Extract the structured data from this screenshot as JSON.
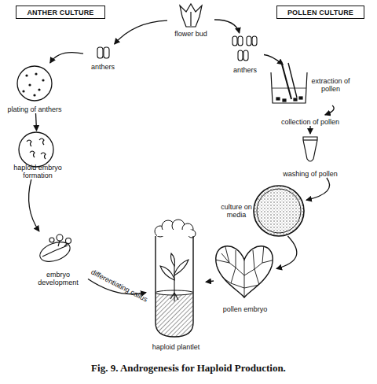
{
  "diagram": {
    "caption": "Fig. 9. Androgenesis for Haploid Production.",
    "nodes": [
      {
        "text": [
          "ANTHER CULTURE"
        ]
      },
      {
        "text": [
          "flower bud"
        ]
      },
      {
        "text": [
          "POLLEN CULTURE"
        ]
      },
      {
        "text": [
          "anthers"
        ]
      },
      {
        "text": [
          "anthers"
        ]
      },
      {
        "text": [
          "extraction of pollen"
        ]
      },
      {
        "text": [
          "plating of anthers"
        ]
      },
      {
        "text": [
          "collection of pollen"
        ]
      },
      {
        "text": [
          "haploid embryo formation"
        ]
      },
      {
        "text": [
          "washing of pollen"
        ]
      },
      {
        "text": [
          "culture on media"
        ]
      },
      {
        "text": [
          "embryo development"
        ]
      },
      {
        "text": [
          "pollen embryo"
        ]
      },
      {
        "text": [
          "haploid plantlet"
        ]
      }
    ],
    "edges": [
      {
        "from": 1,
        "to": 3,
        "arrow": "to"
      },
      {
        "from": 1,
        "to": 4,
        "arrow": "to"
      },
      {
        "from": 3,
        "to": 6,
        "arrow": "to"
      },
      {
        "from": 6,
        "to": 8,
        "arrow": "to"
      },
      {
        "from": 8,
        "to": 11,
        "arrow": "to"
      },
      {
        "from": 11,
        "to": 13,
        "arrow": "to",
        "label": "differentiating callus"
      },
      {
        "from": 4,
        "to": 5,
        "arrow": "to"
      },
      {
        "from": 5,
        "to": 7,
        "arrow": "to"
      },
      {
        "from": 7,
        "to": 9,
        "arrow": "to"
      },
      {
        "from": 9,
        "to": 10,
        "arrow": "to"
      },
      {
        "from": 10,
        "to": 12,
        "arrow": "to"
      },
      {
        "from": 12,
        "to": 13,
        "arrow": "to"
      }
    ]
  }
}
